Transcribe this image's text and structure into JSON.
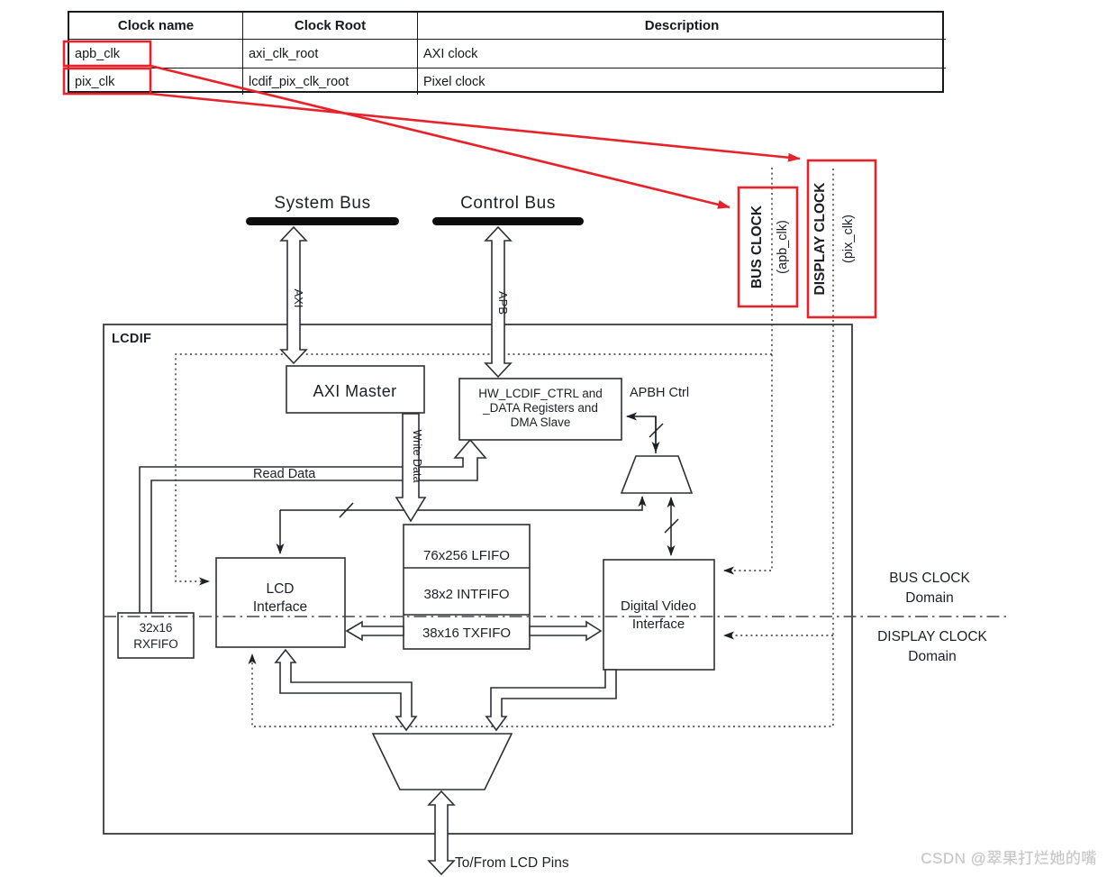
{
  "table": {
    "headers": {
      "clock_name": "Clock name",
      "clock_root": "Clock Root",
      "description": "Description"
    },
    "rows": [
      {
        "clock_name": "apb_clk",
        "clock_root": "axi_clk_root",
        "description": "AXI clock"
      },
      {
        "clock_name": "pix_clk",
        "clock_root": "lcdif_pix_clk_root",
        "description": "Pixel clock"
      }
    ]
  },
  "clock_domains": {
    "bus_box": {
      "line1": "BUS CLOCK",
      "line2": "(apb_clk)"
    },
    "display_box": {
      "line1": "DISPLAY CLOCK",
      "line2": "(pix_clk)"
    },
    "bus_domain": {
      "line1": "BUS CLOCK",
      "line2": "Domain"
    },
    "display_domain": {
      "line1": "DISPLAY CLOCK",
      "line2": "Domain"
    }
  },
  "buses": {
    "system": "System Bus",
    "control": "Control Bus",
    "axi": "AXI",
    "apb": "APB"
  },
  "blocks": {
    "lcdif": "LCDIF",
    "axi_master": "AXI Master",
    "hw_regs": {
      "line1": "HW_LCDIF_CTRL and",
      "line2": "_DATA Registers and",
      "line3": "DMA Slave"
    },
    "apbh_ctrl": "APBH Ctrl",
    "lcd_interface": {
      "line1": "LCD",
      "line2": "Interface"
    },
    "lfifo": "76x256 LFIFO",
    "intfifo": "38x2 INTFIFO",
    "txfifo": "38x16 TXFIFO",
    "dvi": {
      "line1": "Digital Video",
      "line2": "Interface"
    },
    "rxfifo": {
      "line1": "32x16",
      "line2": "RXFIFO"
    }
  },
  "signals": {
    "read_data": "Read Data",
    "write_data": "Write Data"
  },
  "footer": {
    "lcd_pins": "To/From LCD Pins"
  },
  "watermark": "CSDN @翠果打烂她的嘴",
  "colors": {
    "highlight_red": "#e6232b",
    "ink": "#1c2026",
    "watermark_gray": "#c6c6c6"
  }
}
